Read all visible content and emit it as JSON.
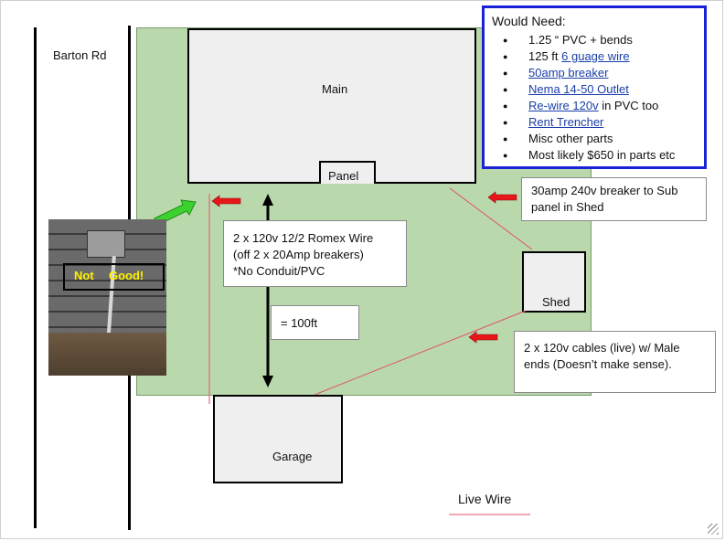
{
  "road_label": "Barton Rd",
  "buildings": {
    "main": "Main",
    "panel": "Panel",
    "shed": "Shed",
    "garage": "Garage"
  },
  "photo_caption": {
    "word1": "Not",
    "word2": "Good!"
  },
  "notes": {
    "romex": [
      "2 x 120v 12/2 Romex Wire",
      "(off 2 x 20Amp breakers)",
      "*No Conduit/PVC"
    ],
    "distance": "= 100ft",
    "breaker": [
      "30amp 240v breaker to Sub",
      "panel in Shed"
    ],
    "cables": [
      "2 x 120v cables (live) w/ Male",
      "ends (Doesn’t make sense)."
    ]
  },
  "would_need": {
    "title": "Would Need:",
    "items": [
      {
        "pre": "1.25 “ PVC + bends",
        "link": "",
        "post": ""
      },
      {
        "pre": "125 ft ",
        "link": "6 guage wire",
        "post": ""
      },
      {
        "pre": "",
        "link": "50amp breaker",
        "post": ""
      },
      {
        "pre": "",
        "link": "Nema 14-50 Outlet",
        "post": ""
      },
      {
        "pre": "",
        "link": "Re-wire 120v",
        "post": " in PVC too"
      },
      {
        "pre": "",
        "link": "Rent Trencher",
        "post": ""
      },
      {
        "pre": "Misc other parts",
        "link": "",
        "post": ""
      },
      {
        "pre": "Most likely $650 in parts etc",
        "link": "",
        "post": ""
      }
    ]
  },
  "legend": {
    "label": "Live Wire"
  },
  "colors": {
    "lot": "#b9d9ac",
    "live_wire": "#e0526a",
    "box_border": "#1a22d6",
    "red_arrow": "#e8161b",
    "green_arrow": "#3bd12e"
  }
}
